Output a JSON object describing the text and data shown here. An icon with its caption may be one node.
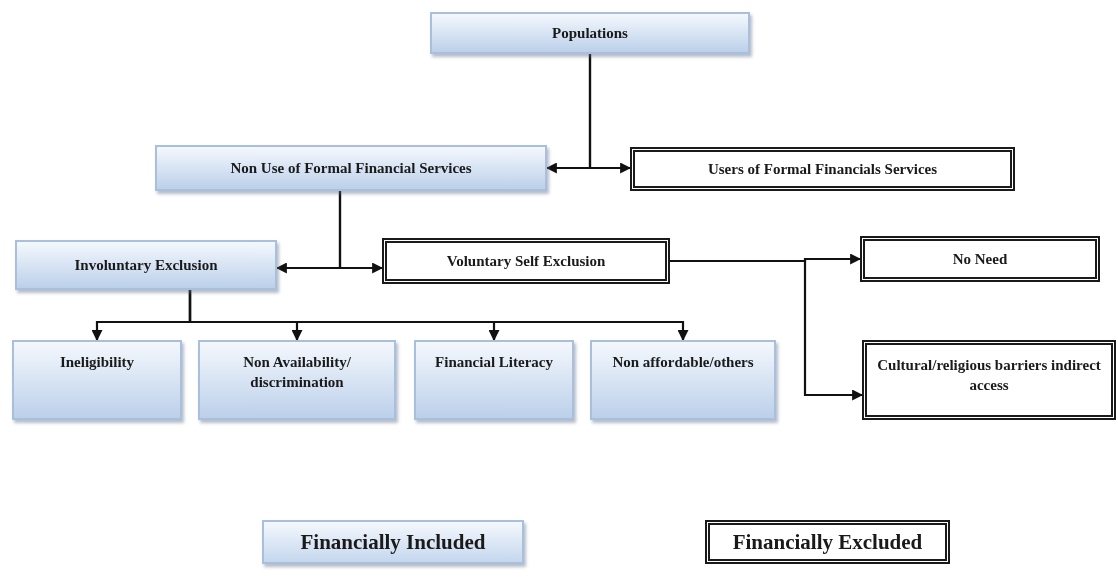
{
  "diagram": {
    "nodes": [
      {
        "text": [
          "Populations"
        ]
      },
      {
        "text": [
          "Non Use of Formal Financial Services"
        ]
      },
      {
        "text": [
          "Users of Formal Financials Services"
        ]
      },
      {
        "text": [
          "Involuntary Exclusion"
        ]
      },
      {
        "text": [
          "Voluntary Self Exclusion"
        ]
      },
      {
        "text": [
          "No Need"
        ]
      },
      {
        "text": [
          "Ineligibility"
        ]
      },
      {
        "text": [
          "Non Availability/ discrimination"
        ]
      },
      {
        "text": [
          "Financial Literacy"
        ]
      },
      {
        "text": [
          "Non affordable/others"
        ]
      },
      {
        "text": [
          "Cultural/religious barriers indirect access"
        ]
      }
    ],
    "edges": [
      {
        "from": 0,
        "to": 1,
        "arrow": "to"
      },
      {
        "from": 0,
        "to": 2,
        "arrow": "to"
      },
      {
        "from": 1,
        "to": 3,
        "arrow": "to"
      },
      {
        "from": 1,
        "to": 4,
        "arrow": "to"
      },
      {
        "from": 3,
        "to": 6,
        "arrow": "to"
      },
      {
        "from": 3,
        "to": 7,
        "arrow": "to"
      },
      {
        "from": 3,
        "to": 8,
        "arrow": "to"
      },
      {
        "from": 3,
        "to": 9,
        "arrow": "to"
      },
      {
        "from": 4,
        "to": 5,
        "arrow": "to"
      },
      {
        "from": 4,
        "to": 10,
        "arrow": "to"
      }
    ],
    "legend": [
      {
        "text": "Financially Included",
        "color": "#c5d7ee"
      },
      {
        "text": "Financially Excluded"
      }
    ]
  }
}
